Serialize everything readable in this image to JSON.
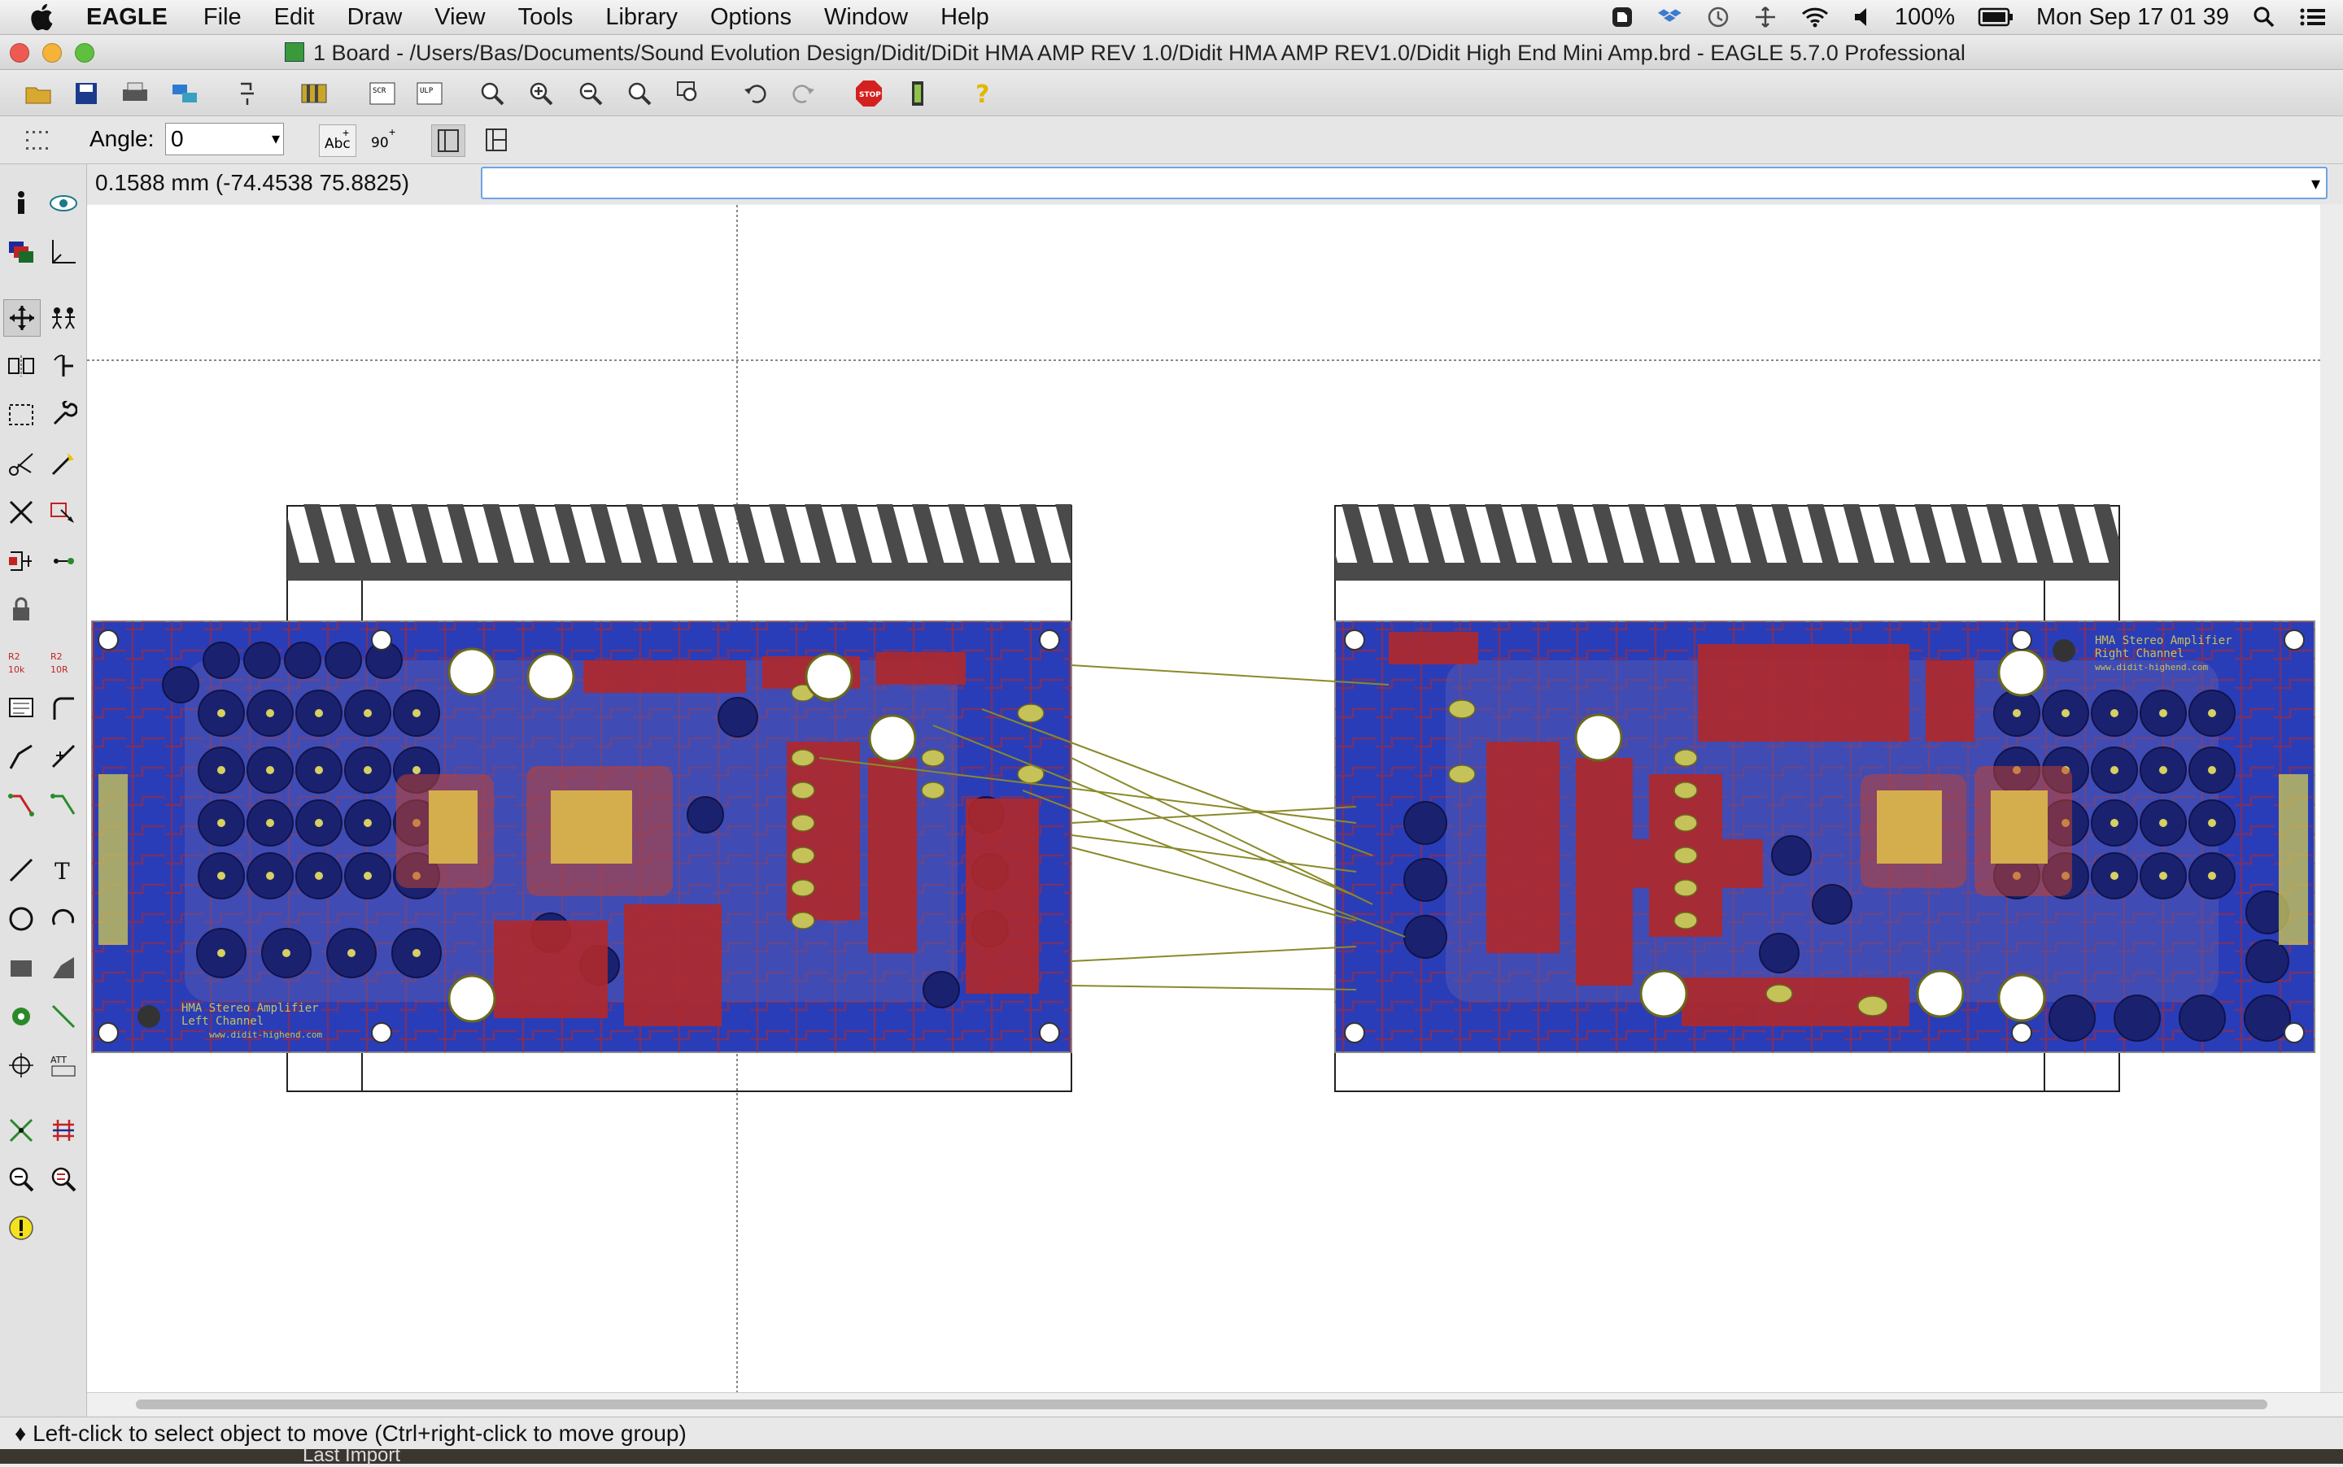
{
  "menubar": {
    "app_name": "EAGLE",
    "items": [
      "File",
      "Edit",
      "Draw",
      "View",
      "Tools",
      "Library",
      "Options",
      "Window",
      "Help"
    ],
    "battery": "100%",
    "clock": "Mon Sep 17  01 39"
  },
  "window": {
    "title": "1 Board - /Users/Bas/Documents/Sound Evolution Design/Didit/DiDit HMA AMP REV 1.0/Didit HMA AMP REV1.0/Didit High End Mini Amp.brd - EAGLE 5.7.0 Professional"
  },
  "toolbar2": {
    "angle_label": "Angle:",
    "angle_value": "0"
  },
  "coords": {
    "readout": "0.1588 mm (-74.4538 75.8825)",
    "command_value": ""
  },
  "boards": {
    "left": {
      "silk_line1": "HMA Stereo Amplifier",
      "silk_line2": "Left Channel",
      "silk_line3": "www.didit-highend.com"
    },
    "right": {
      "silk_line1": "HMA Stereo Amplifier",
      "silk_line2": "Right Channel",
      "silk_line3": "www.didit-highend.com"
    }
  },
  "status": {
    "message": "Left-click to select object to move (Ctrl+right-click to move group)"
  },
  "dock": {
    "partial_label": "Last Import"
  },
  "colors": {
    "board_blue": "#2a3db8",
    "board_purple": "#5b5fb0",
    "pad_yellow": "#c6c25a",
    "trace_red": "#b0282a",
    "airwire": "#8a8a2a",
    "heatsink": "#4a4a4a"
  }
}
